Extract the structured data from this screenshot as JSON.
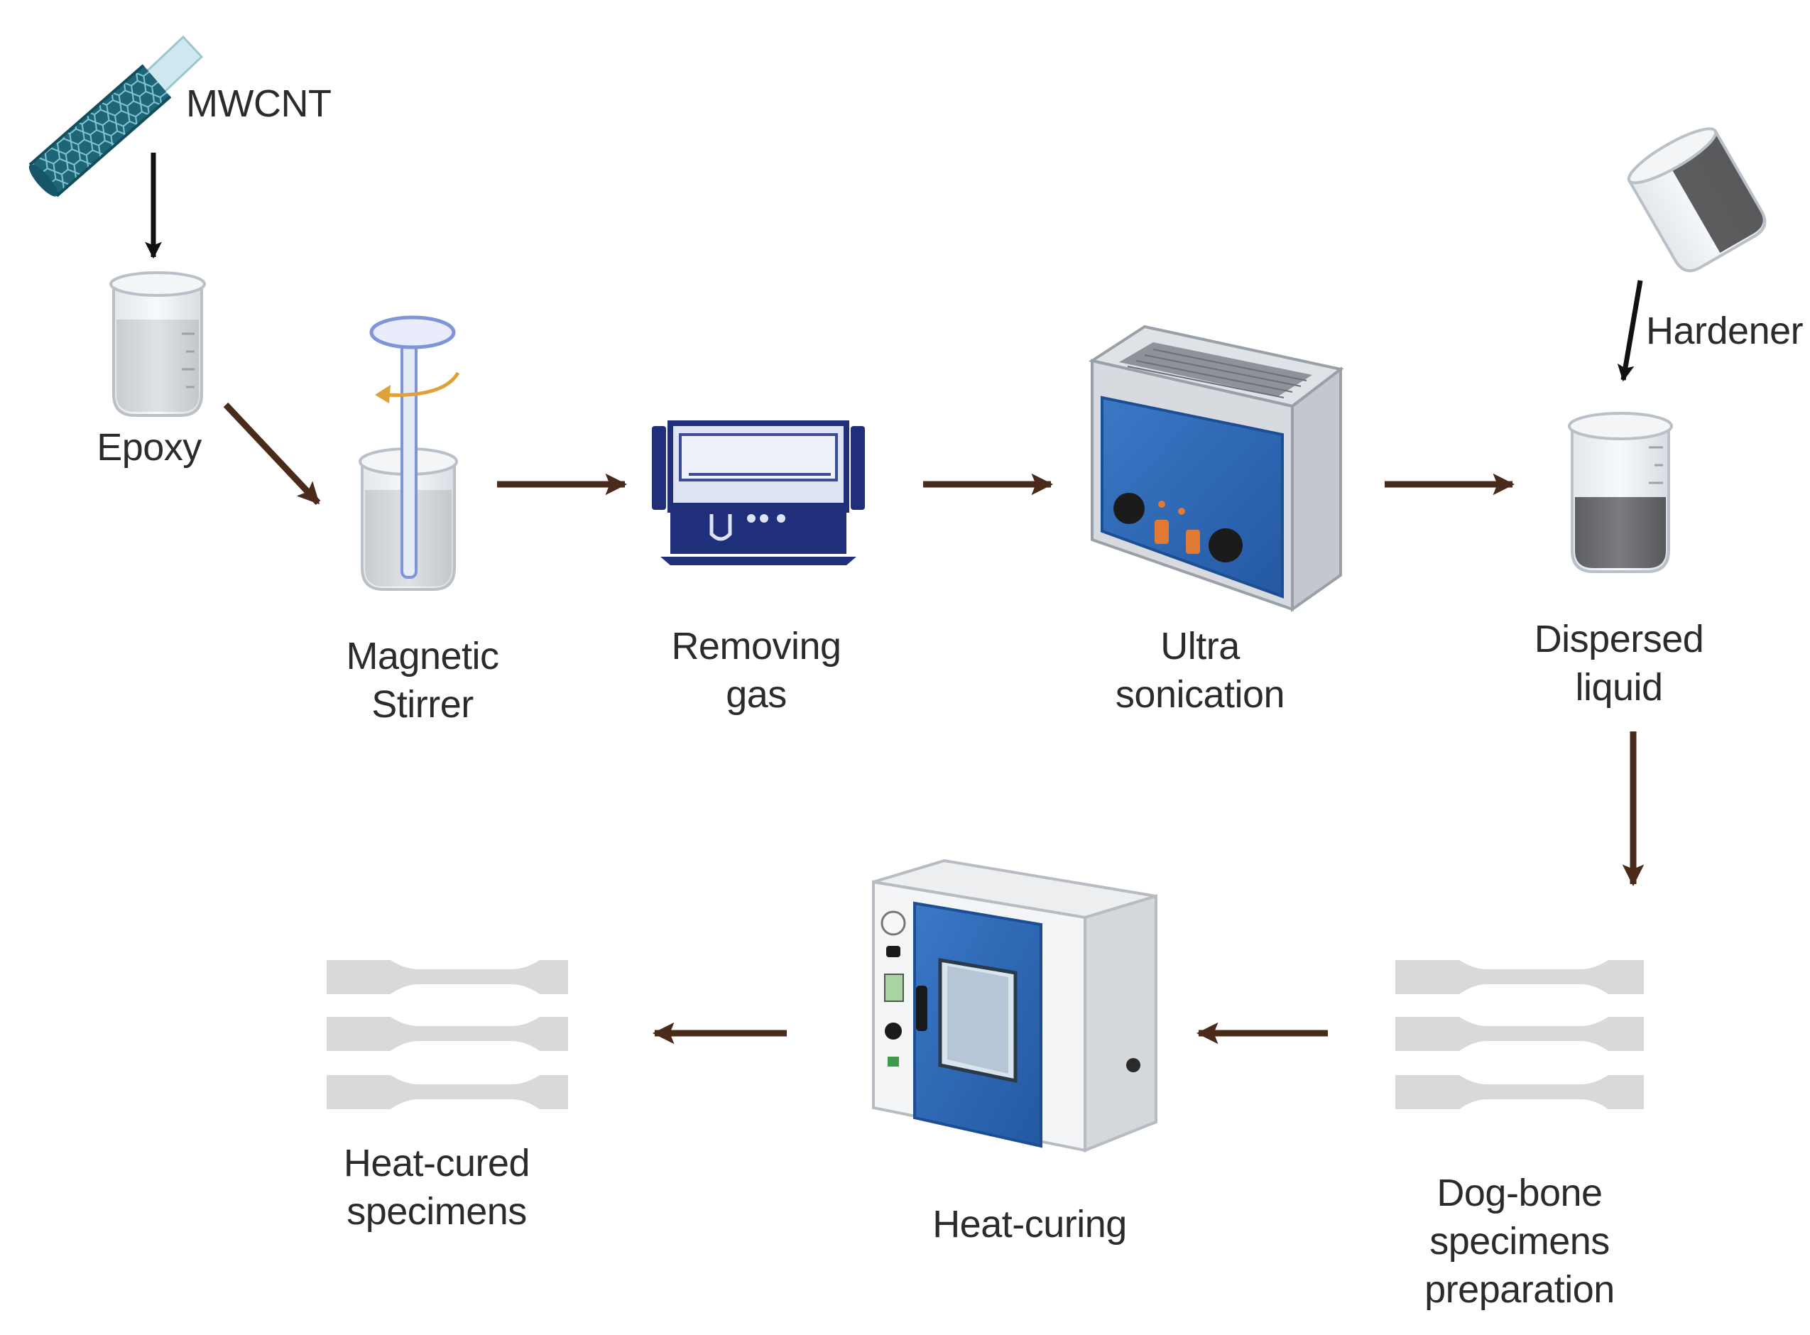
{
  "labels": {
    "mwcnt": "MWCNT",
    "epoxy": "Epoxy",
    "magnetic_stirrer": [
      "Magnetic",
      "Stirrer"
    ],
    "removing_gas": [
      "Removing",
      "gas"
    ],
    "ultra_sonication": [
      "Ultra",
      "sonication"
    ],
    "hardener": "Hardener",
    "dispersed_liquid": [
      "Dispersed",
      "liquid"
    ],
    "dog_bone": [
      "Dog-bone",
      "specimens",
      "preparation"
    ],
    "heat_curing": "Heat-curing",
    "heat_cured": [
      "Heat-cured",
      "specimens"
    ]
  },
  "colors": {
    "arrow_brown": "#4a2a1a",
    "arrow_black": "#111111",
    "equipment_blue": "#2f66b3",
    "degasser_navy": "#1f2f7a",
    "nanotube_teal": "#1e6e80",
    "specimen_gray": "#d9d9d9"
  }
}
